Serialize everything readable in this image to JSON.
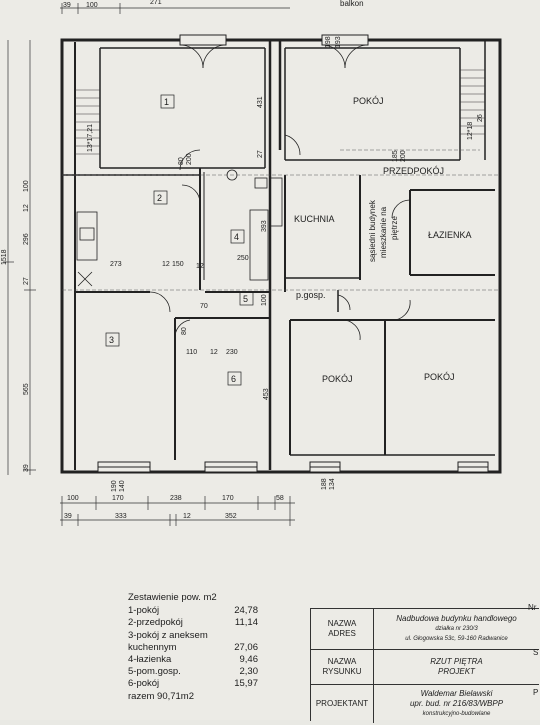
{
  "top": {
    "balkon": "balkon"
  },
  "dimensions": {
    "top": [
      "39",
      "100",
      "271"
    ],
    "bottom_row1": [
      "100",
      "170",
      "238",
      "170",
      "58"
    ],
    "bottom_row2": [
      "39",
      "333",
      "12",
      "352"
    ],
    "left": [
      "1518",
      "565",
      "27",
      "296",
      "12",
      "100",
      "39"
    ],
    "stairs": [
      "13*17,21",
      "12*18",
      "26"
    ],
    "interior": [
      "273",
      "12",
      "150",
      "12",
      "250",
      "110",
      "12",
      "230",
      "431",
      "453",
      "27",
      "393",
      "100"
    ],
    "doors": [
      "80",
      "200",
      "70",
      "80",
      "185",
      "200",
      "198",
      "193",
      "190",
      "140",
      "188",
      "134"
    ]
  },
  "rooms": {
    "r1": "1",
    "r2": "2",
    "r3": "3",
    "r4": "4",
    "r5": "5",
    "r6": "6",
    "pokoj_top": "POKÓJ",
    "przedpokoj": "PRZEDPOKÓJ",
    "kuchnia": "KUCHNIA",
    "lazienka": "ŁAZIENKA",
    "sasiedni": [
      "sąsiedni budynek",
      "mieszkanie na",
      "piętrze"
    ],
    "pgosp": "p.gosp.",
    "pokoj_bl": "POKÓJ",
    "pokoj_br": "POKÓJ"
  },
  "summary": {
    "title": "Zestawienie pow. m2",
    "items": [
      {
        "label": "1-pokój",
        "value": "24,78"
      },
      {
        "label": "2-przedpokój",
        "value": "11,14"
      },
      {
        "label": "3-pokój z aneksem",
        "value": ""
      },
      {
        "label": "kuchennym",
        "value": "27,06"
      },
      {
        "label": "4-łazienka",
        "value": "9,46"
      },
      {
        "label": "5-pom.gosp.",
        "value": "2,30"
      },
      {
        "label": "6-pokój",
        "value": "15,97"
      },
      {
        "label": "razem 90,71m2",
        "value": ""
      }
    ]
  },
  "title_block": {
    "nazwa_adres_key": [
      "NAZWA",
      "ADRES"
    ],
    "nazwa_adres_val": [
      "Nadbudowa budynku handlowego",
      "działka nr 230/3",
      "ul. Głogowska 53c, 59-160 Radwanice"
    ],
    "nazwa_rysunku_key": [
      "NAZWA",
      "RYSUNKU"
    ],
    "nazwa_rysunku_val": [
      "RZUT PIĘTRA",
      "PROJEKT"
    ],
    "projektant_key": "PROJEKTANT",
    "projektant_val": [
      "Waldemar Bielawski",
      "upr. bud. nr 216/83/WBPP",
      "konstrukcyjno-budowlane"
    ],
    "edge": [
      "Nr",
      "S",
      "P"
    ]
  }
}
